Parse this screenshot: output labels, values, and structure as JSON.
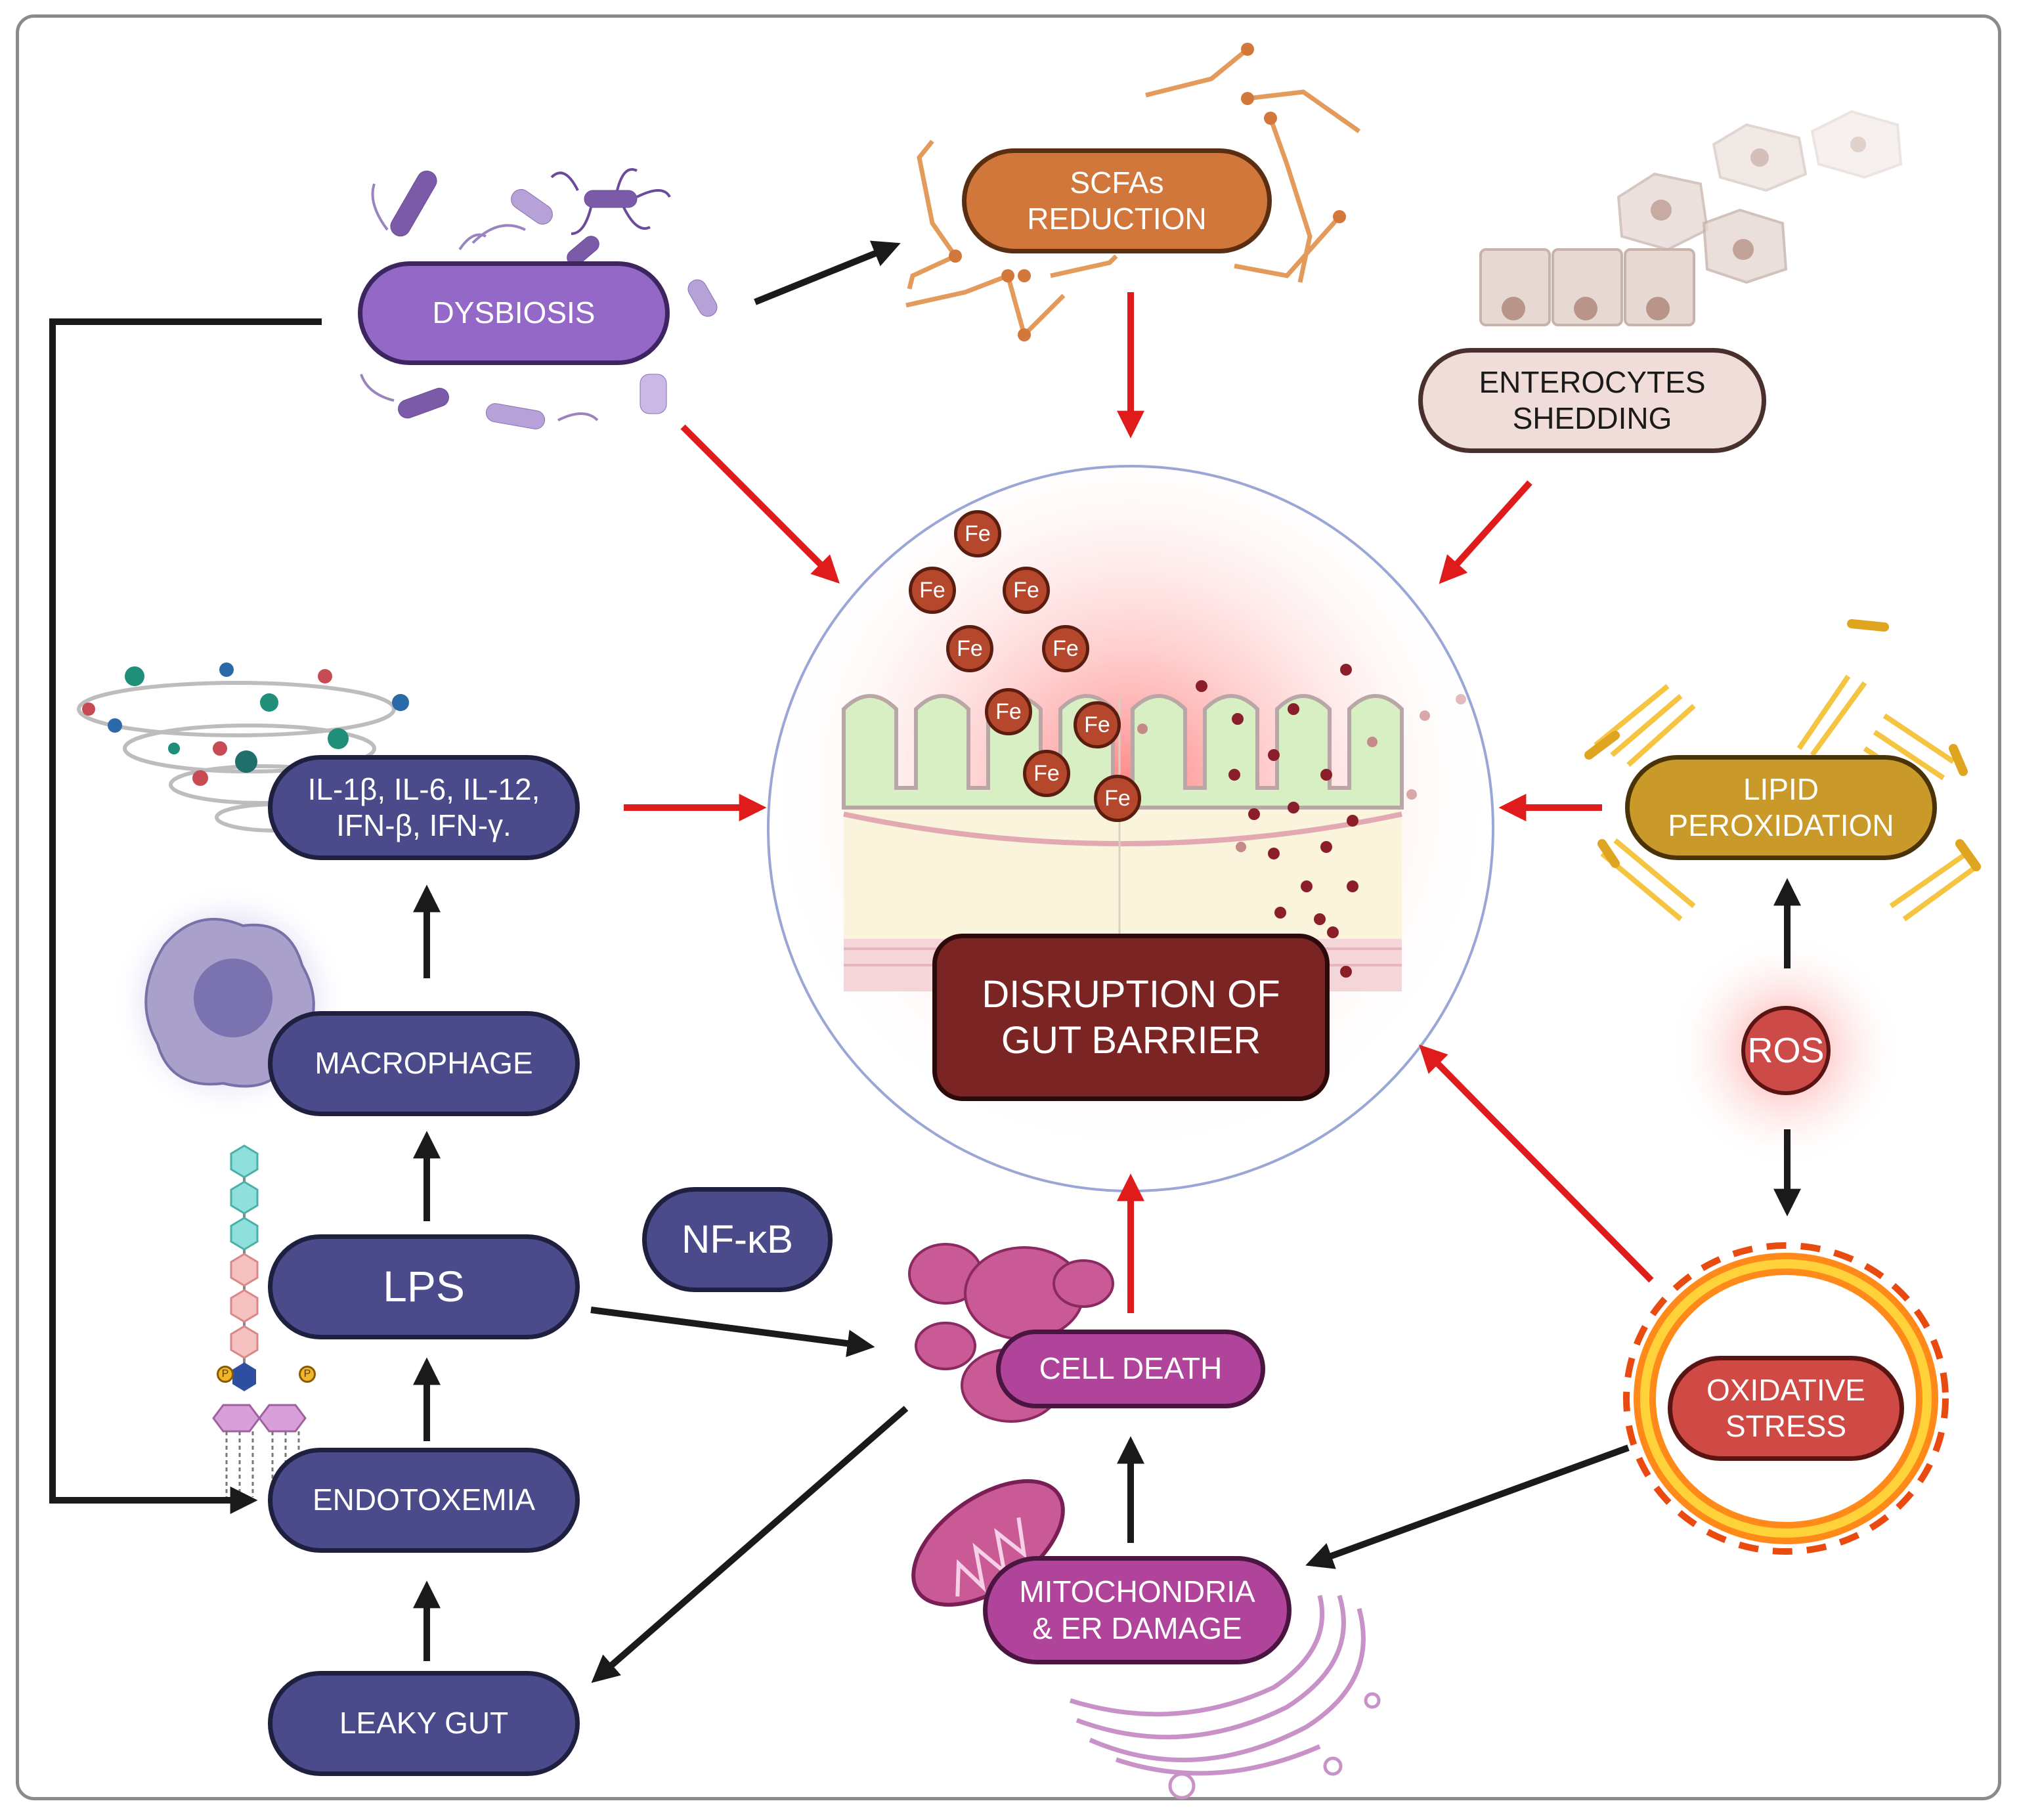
{
  "nodes": {
    "dysbiosis": "DYSBIOSIS",
    "scfas": "SCFAs\nREDUCTION",
    "enterocytes": "ENTEROCYTES\nSHEDDING",
    "cytokines": "IL-1β, IL-6, IL-12,\nIFN-β, IFN-γ.",
    "lipid": "LIPID\nPEROXIDATION",
    "macrophage": "MACROPHAGE",
    "disruption": "DISRUPTION OF\nGUT BARRIER",
    "ros": "ROS",
    "nfkb": "NF-κB",
    "lps": "LPS",
    "cell_death": "CELL DEATH",
    "oxidative": "OXIDATIVE\nSTRESS",
    "endotoxemia": "ENDOTOXEMIA",
    "mito": "MITOCHONDRIA\n& ER DAMAGE",
    "leaky_gut": "LEAKY GUT"
  },
  "iron_label": "Fe",
  "phosphate_label": "P",
  "colors": {
    "arrow_black": "#1a1a1a",
    "arrow_red": "#e01b1b",
    "navy": "#4b4a8a",
    "purple": "#9368c6",
    "orange": "#d2773b",
    "gold": "#c99a2a",
    "magenta": "#b0449a",
    "maroon": "#7a2424"
  }
}
